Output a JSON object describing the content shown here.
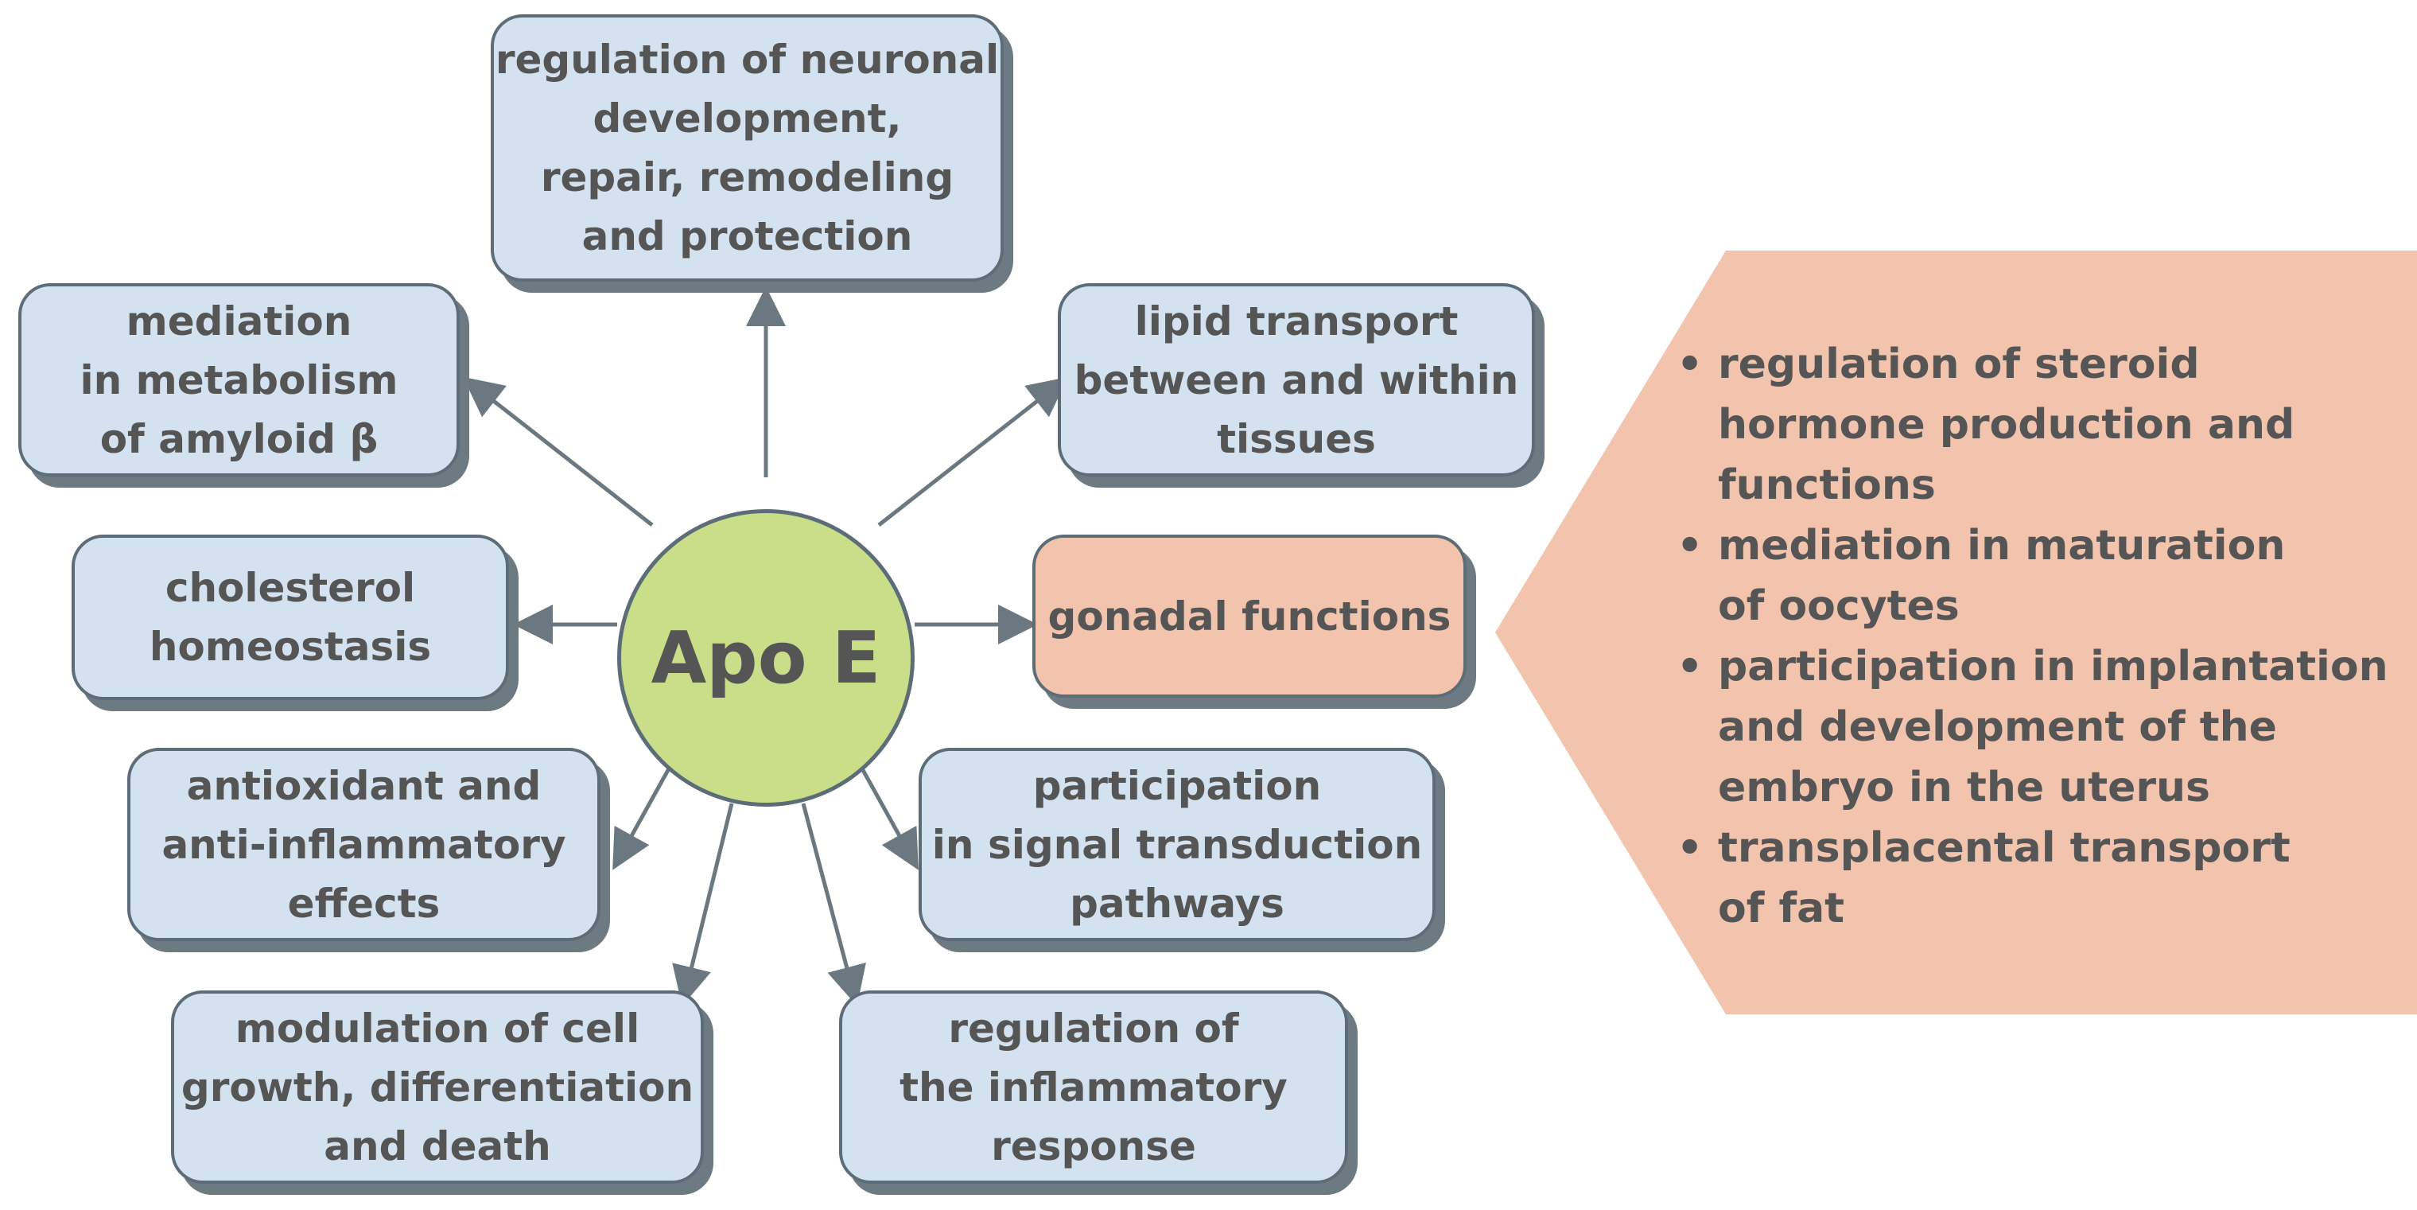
{
  "hub": {
    "label": "Apo E"
  },
  "nodes": {
    "neuronal": "regulation of neuronal\ndevelopment,\nrepair, remodeling\nand protection",
    "amyloid": "mediation\nin metabolism\nof amyloid β",
    "lipid": "lipid transport\nbetween and within\ntissues",
    "cholesterol": "cholesterol\nhomeostasis",
    "gonadal": "gonadal functions",
    "antioxidant": "antioxidant and\nanti-inflammatory\neffects",
    "signal": "participation\nin signal transduction\npathways",
    "cell_growth": "modulation of cell\ngrowth, differentiation\nand death",
    "inflammatory": "regulation of\nthe inflammatory\nresponse"
  },
  "gonadal_details": {
    "items": [
      "regulation of steroid\nhormone production and\nfunctions",
      "mediation in maturation\nof oocytes",
      "participation in implantation\nand development of the\nembryo in the uterus",
      "transplacental transport\nof fat"
    ]
  },
  "colors": {
    "box_fill": "#d3e2ee",
    "hub_fill": "#cadd89",
    "highlight_fill": "#f2c3ad",
    "border": "#5d6d78",
    "text": "#555555"
  }
}
